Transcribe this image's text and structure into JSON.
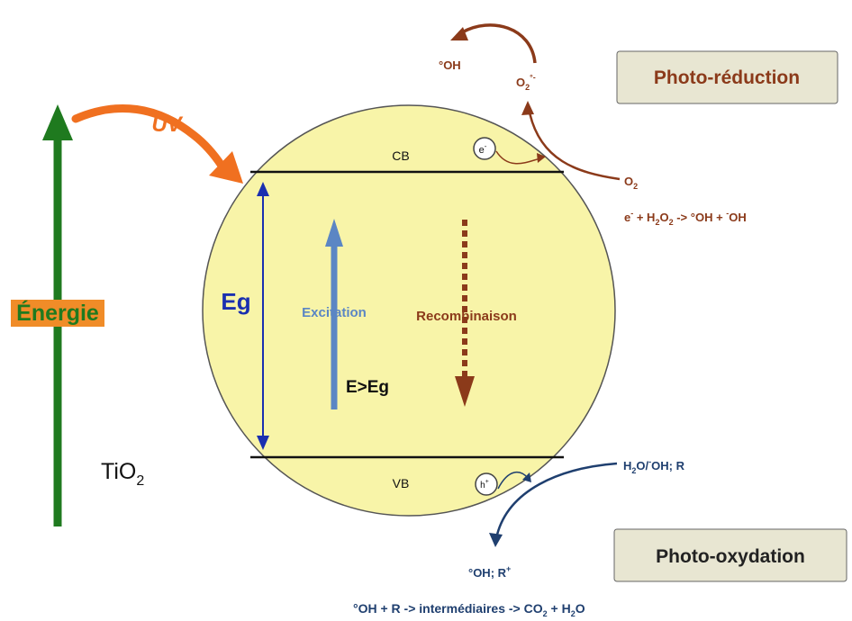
{
  "diagram": {
    "energy_axis": {
      "label": "Énergie",
      "color": "#1f7a1f",
      "label_bg": "#f08c28"
    },
    "uv": {
      "label": "UV",
      "color": "#f07020"
    },
    "particle": {
      "fill": "#f8f4a8",
      "border": "#555555"
    },
    "bands": {
      "cb_label": "CB",
      "vb_label": "VB",
      "gap_label": "Eg",
      "gap_color": "#1a2fb0"
    },
    "excitation": {
      "label": "Excitation",
      "condition": "E>Eg",
      "color": "#5b86c4"
    },
    "recombination": {
      "label": "Recombinaison",
      "color": "#8b3a1a"
    },
    "carriers": {
      "electron": "e",
      "electron_sup": "-",
      "hole": "h",
      "hole_sup": "+"
    },
    "material": {
      "name": "TiO",
      "subscript": "2"
    },
    "reduction_side": {
      "color": "#8b3a1a",
      "box_label": "Photo-réduction",
      "o2_text": "O",
      "o2_sub": "2",
      "superoxide_text": "O",
      "superoxide_sub": "2",
      "superoxide_sup": "°-",
      "radical_out": "°OH",
      "equation_parts": [
        {
          "t": "e",
          "style": "n"
        },
        {
          "t": "-",
          "style": "sup"
        },
        {
          "t": " + H",
          "style": "n"
        },
        {
          "t": "2",
          "style": "sub"
        },
        {
          "t": "O",
          "style": "n"
        },
        {
          "t": "2",
          "style": "sub"
        },
        {
          "t": " -> °OH + ",
          "style": "n"
        },
        {
          "t": "-",
          "style": "sup"
        },
        {
          "t": "OH",
          "style": "n"
        }
      ]
    },
    "oxidation_side": {
      "color": "#1f3f6f",
      "box_label": "Photo-oxydation",
      "reactant_parts": [
        {
          "t": "H",
          "style": "n"
        },
        {
          "t": "2",
          "style": "sub"
        },
        {
          "t": "O/",
          "style": "n"
        },
        {
          "t": "-",
          "style": "sup"
        },
        {
          "t": "OH; R",
          "style": "n"
        }
      ],
      "product_parts": [
        {
          "t": "°OH; R",
          "style": "n"
        },
        {
          "t": "+",
          "style": "sup"
        }
      ],
      "equation_parts": [
        {
          "t": "°OH + R -> intermédiaires -> CO",
          "style": "n"
        },
        {
          "t": "2",
          "style": "sub"
        },
        {
          "t": " + H",
          "style": "n"
        },
        {
          "t": "2",
          "style": "sub"
        },
        {
          "t": "O",
          "style": "n"
        }
      ]
    },
    "box_bg": "#e8e6d2"
  }
}
